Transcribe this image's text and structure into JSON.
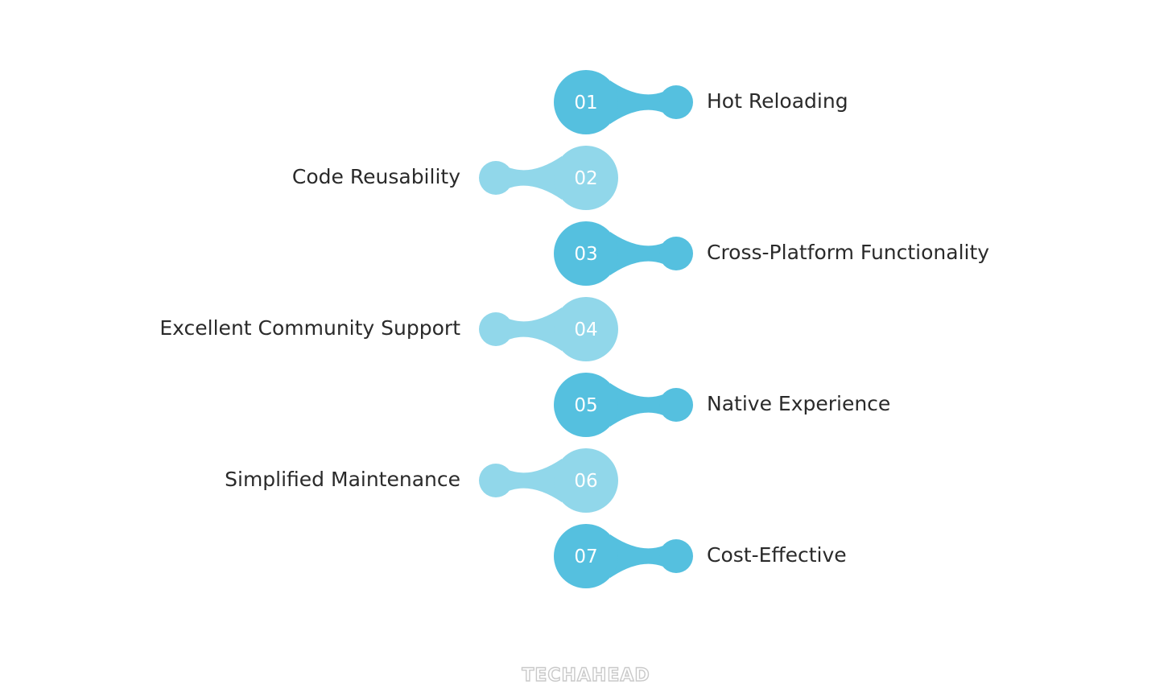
{
  "colors": {
    "right_node": "#55c0df",
    "left_node": "#91d7ea",
    "label_text": "#2a2a2a",
    "number_text": "#ffffff",
    "logo": "#c9c9c9"
  },
  "items": [
    {
      "number": "01",
      "label": "Hot Reloading",
      "side": "right"
    },
    {
      "number": "02",
      "label": "Code Reusability",
      "side": "left"
    },
    {
      "number": "03",
      "label": "Cross-Platform Functionality",
      "side": "right"
    },
    {
      "number": "04",
      "label": "Excellent Community Support",
      "side": "left"
    },
    {
      "number": "05",
      "label": "Native Experience",
      "side": "right"
    },
    {
      "number": "06",
      "label": "Simplified Maintenance",
      "side": "left"
    },
    {
      "number": "07",
      "label": "Cost-Effective",
      "side": "right"
    }
  ],
  "logo": {
    "text": "TECHAHEAD"
  }
}
